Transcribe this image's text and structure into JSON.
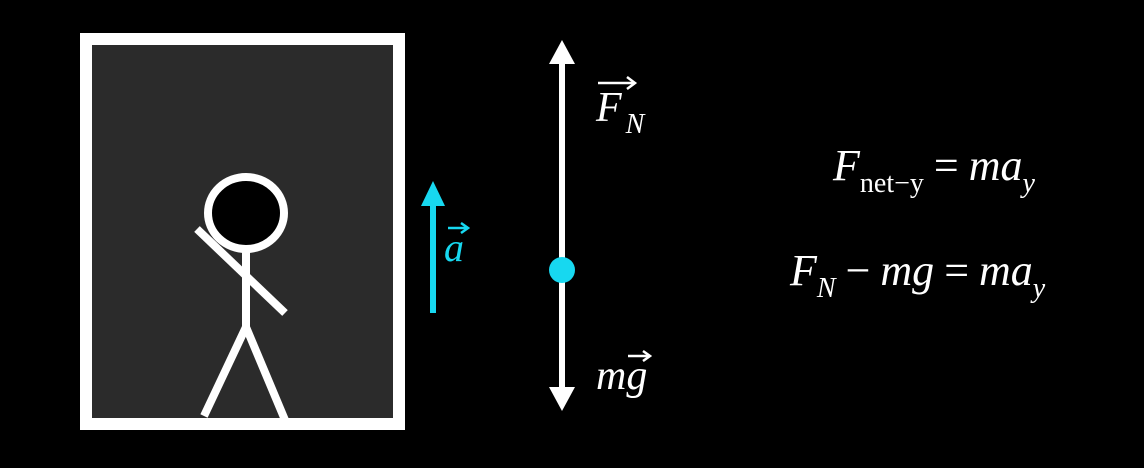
{
  "diagram": {
    "type": "free-body-diagram",
    "colors": {
      "background": "#000000",
      "elevator_fill": "#2b2b2b",
      "elevator_border": "#ffffff",
      "force_arrows": "#ffffff",
      "acceleration": "#17d8f0",
      "point_mass": "#17d8f0"
    },
    "elevator": {
      "figure": "stick-figure-person"
    },
    "acceleration_vector": {
      "label": "a",
      "direction": "up"
    },
    "forces": {
      "normal": {
        "symbol": "F",
        "subscript": "N",
        "direction": "up"
      },
      "weight": {
        "symbol": "mg",
        "direction": "down"
      }
    },
    "equations": {
      "eq1": {
        "lhs": "F",
        "lhs_sub": "net−y",
        "eq": "=",
        "rhs": "ma",
        "rhs_sub": "y"
      },
      "eq2": {
        "lhs": "F",
        "lhs_sub": "N",
        "minus": "−",
        "term": "mg",
        "eq": "=",
        "rhs": "ma",
        "rhs_sub": "y"
      }
    }
  }
}
